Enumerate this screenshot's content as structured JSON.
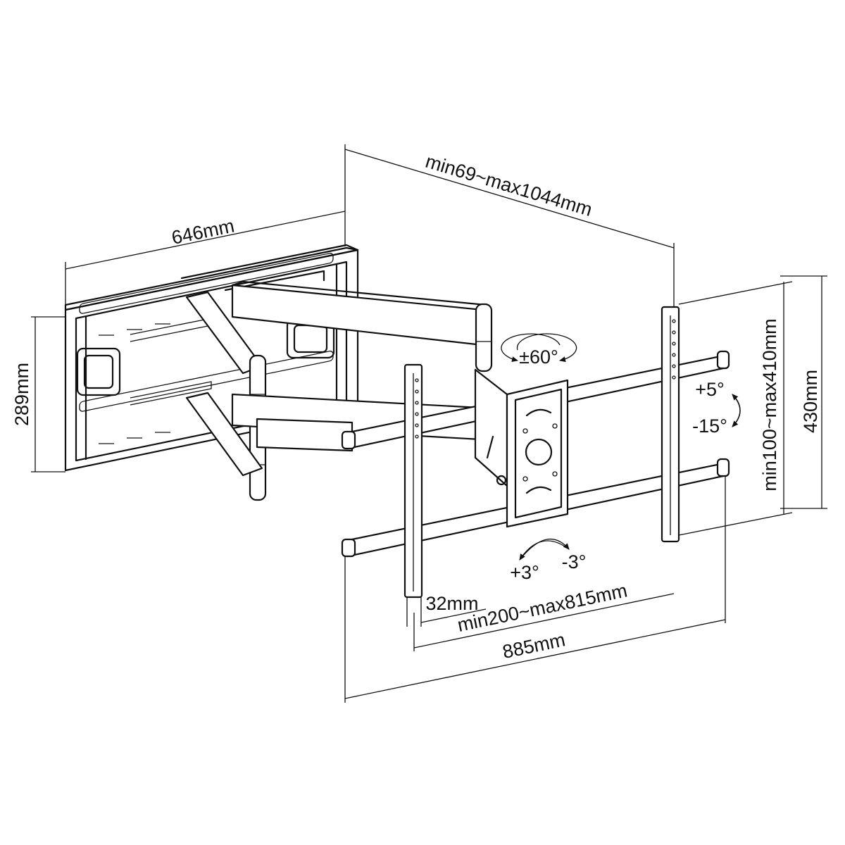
{
  "diagram": {
    "dimensions": {
      "wall_plate_width": "646mm",
      "wall_plate_height": "289mm",
      "extension": "min69~max1044mm",
      "vertical_hole_spacing": "min100~max410mm",
      "bracket_height": "430mm",
      "hole_spacing_horizontal": "min200~max815mm",
      "arm_width": "32mm",
      "bracket_width": "885mm"
    },
    "adjustments": {
      "swivel": "±60°",
      "tilt_up": "+5°",
      "tilt_down": "-15°",
      "rotate_plus": "+3°",
      "rotate_minus": "-3°"
    }
  }
}
